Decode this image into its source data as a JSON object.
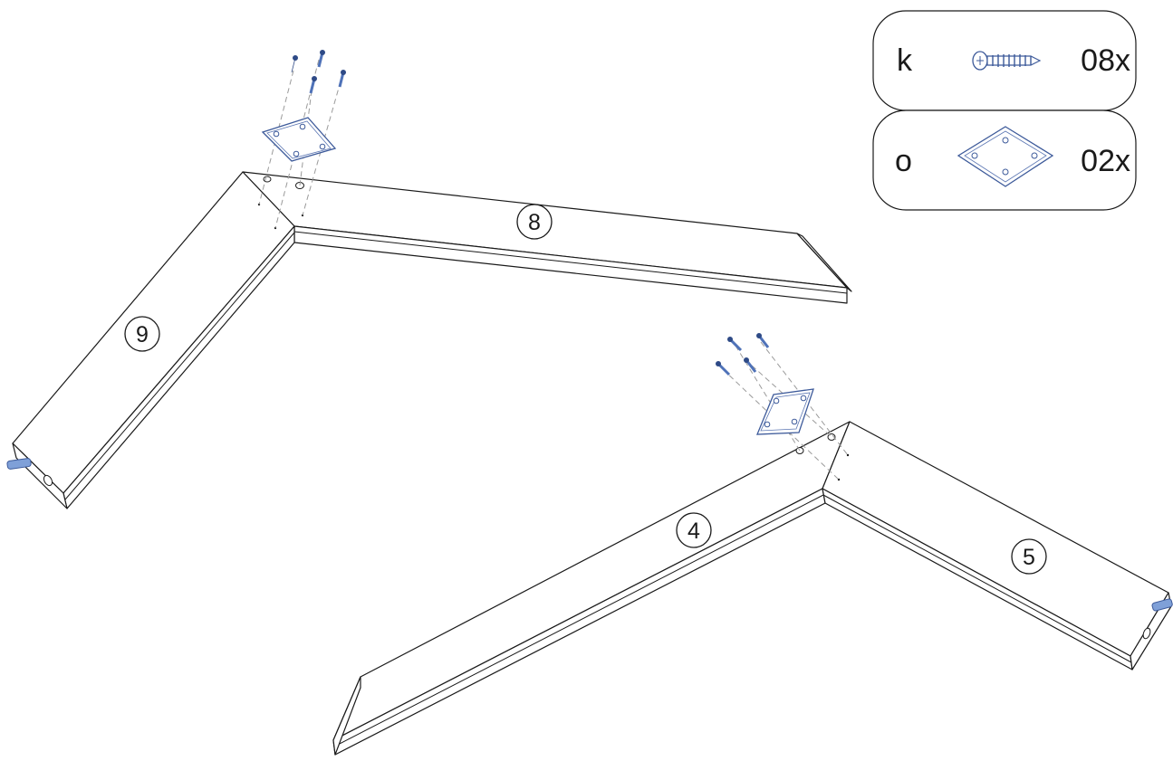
{
  "parts": [
    {
      "id": "part-8",
      "label": "8"
    },
    {
      "id": "part-9",
      "label": "9"
    },
    {
      "id": "part-4",
      "label": "4"
    },
    {
      "id": "part-5",
      "label": "5"
    }
  ],
  "legend": [
    {
      "letter": "k",
      "item": "wood-screw-icon",
      "quantity": "08x"
    },
    {
      "letter": "o",
      "item": "mounting-plate-icon",
      "quantity": "02x"
    }
  ],
  "colors": {
    "line": "#1a1a1a",
    "hardware": "#4f72b8",
    "hardware_outline": "#3d5a9a",
    "dash": "#9a9a9a"
  }
}
